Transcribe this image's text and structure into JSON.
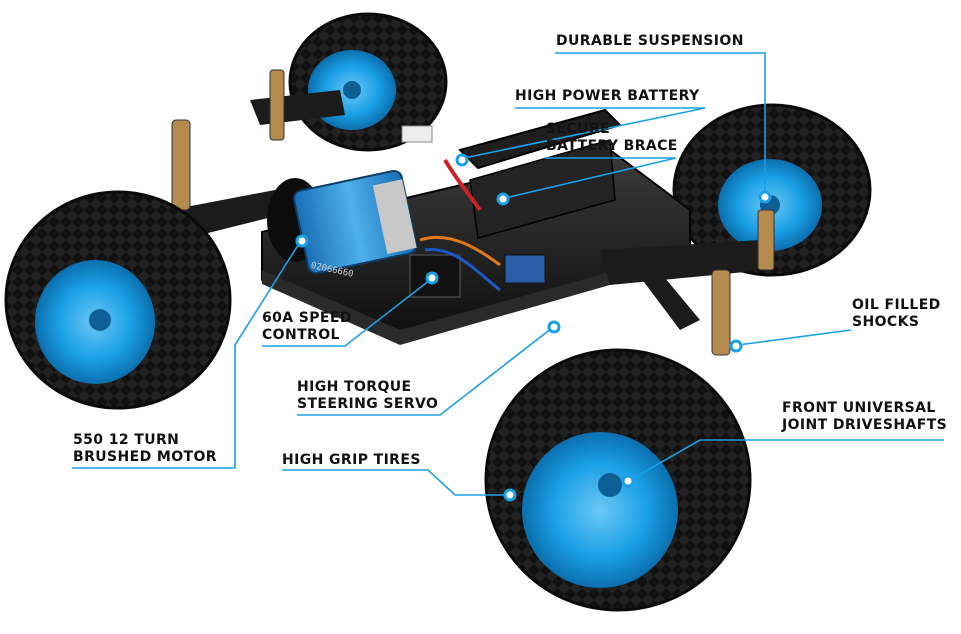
{
  "callouts": {
    "durable_suspension": [
      "DURABLE SUSPENSION"
    ],
    "high_power_battery": [
      "HIGH POWER BATTERY"
    ],
    "secure_battery_brace": [
      "SECURE",
      "BATTERY BRACE"
    ],
    "oil_filled_shocks": [
      "OIL FILLED",
      "SHOCKS"
    ],
    "speed_control": [
      "60A SPEED",
      "CONTROL"
    ],
    "steering_servo": [
      "HIGH TORQUE",
      "STEERING SERVO"
    ],
    "front_driveshafts": [
      "FRONT UNIVERSAL",
      "JOINT DRIVESHAFTS"
    ],
    "brushed_motor": [
      "550 12 TURN",
      "BRUSHED MOTOR"
    ],
    "high_grip_tires": [
      "HIGH GRIP TIRES"
    ]
  },
  "chassis_serial": "02066660",
  "colors": {
    "accent_blue": "#1aa0e6",
    "tire_black": "#1c1c1c",
    "chassis_black": "#151515",
    "label_text": "#111111"
  }
}
